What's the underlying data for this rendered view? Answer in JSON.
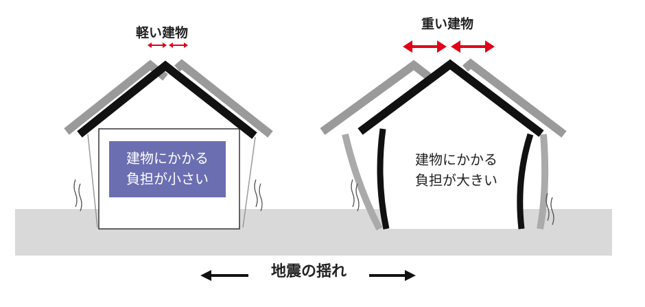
{
  "light_building": {
    "label": "軽い建物",
    "box_line1": "建物にかかる",
    "box_line2": "負担が小さい"
  },
  "heavy_building": {
    "label": "重い建物",
    "box_line1": "建物にかかる",
    "box_line2": "負担が大きい"
  },
  "ground_shake": {
    "label": "地震の揺れ"
  },
  "colors": {
    "ground": "#d9d9d9",
    "roof_black": "#111111",
    "roof_gray": "#9a9a9a",
    "arrow_red": "#e0001a",
    "box_fill": "#6b6fb1",
    "box_text": "#ffffff"
  }
}
